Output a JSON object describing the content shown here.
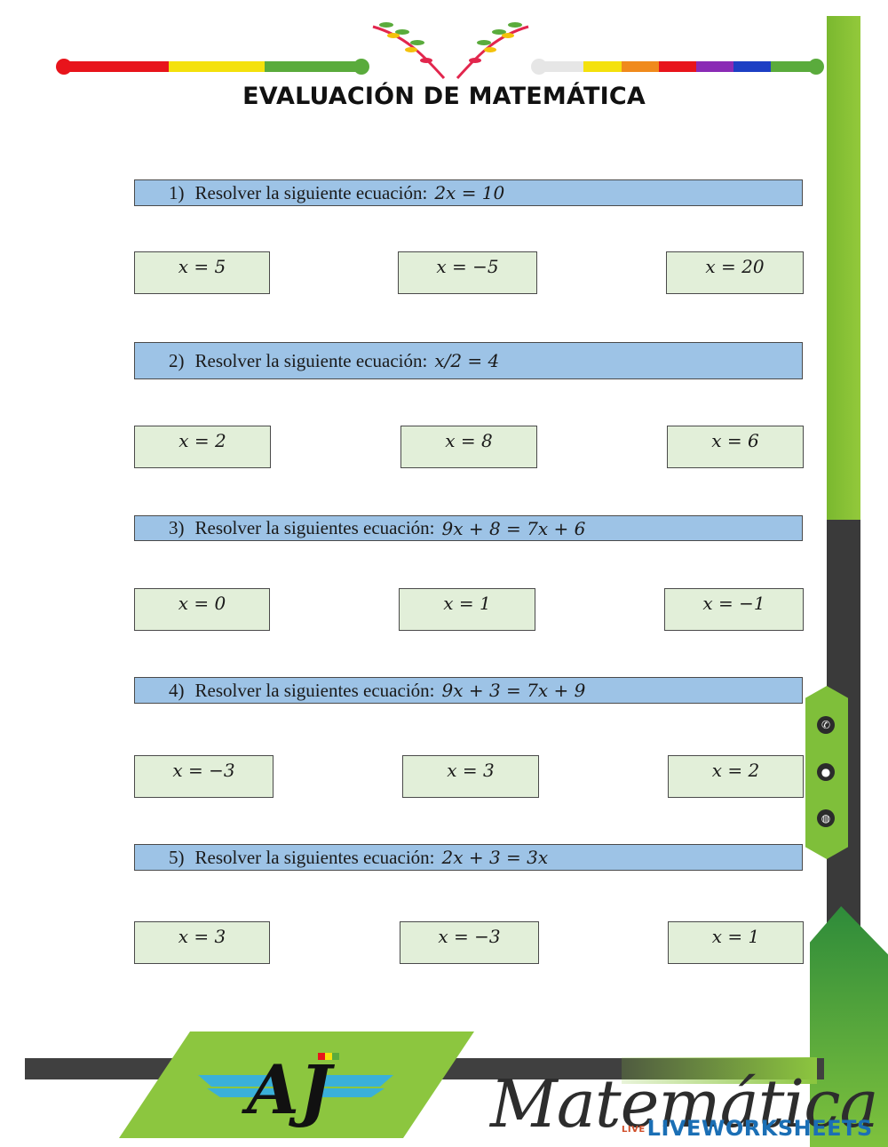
{
  "title": "EVALUACIÓN DE MATEMÁTICA",
  "questions": [
    {
      "num": "1)",
      "text": "Resolver la siguiente ecuación:",
      "equation": "2x = 10",
      "options": [
        "x = 5",
        "x = −5",
        "x = 20"
      ]
    },
    {
      "num": "2)",
      "text": "Resolver la siguiente ecuación:",
      "equation": "x/2 = 4",
      "options": [
        "x = 2",
        "x = 8",
        "x = 6"
      ]
    },
    {
      "num": "3)",
      "text": "Resolver la siguientes ecuación:",
      "equation": "9x + 8 = 7x + 6",
      "options": [
        "x = 0",
        "x = 1",
        "x = −1"
      ]
    },
    {
      "num": "4)",
      "text": "Resolver la siguientes ecuación:",
      "equation": "9x + 3 = 7x + 9",
      "options": [
        "x = −3",
        "x = 3",
        "x = 2"
      ]
    },
    {
      "num": "5)",
      "text": "Resolver la siguientes ecuación:",
      "equation": "2x + 3 = 3x",
      "options": [
        "x = 3",
        "x = −3",
        "x = 1"
      ]
    }
  ],
  "footer": {
    "script_title": "Matemática",
    "logo_text": "AJ",
    "watermark": "LIVEWORKSHEETS",
    "watermark_badge": "LIVE"
  },
  "colors": {
    "question_bar": "#9dc3e6",
    "option_box": "#e2efd9",
    "side_green": "#8cc63f",
    "side_dark": "#3a3a3a"
  },
  "side_icons": [
    "phone-icon",
    "location-icon",
    "globe-icon"
  ]
}
